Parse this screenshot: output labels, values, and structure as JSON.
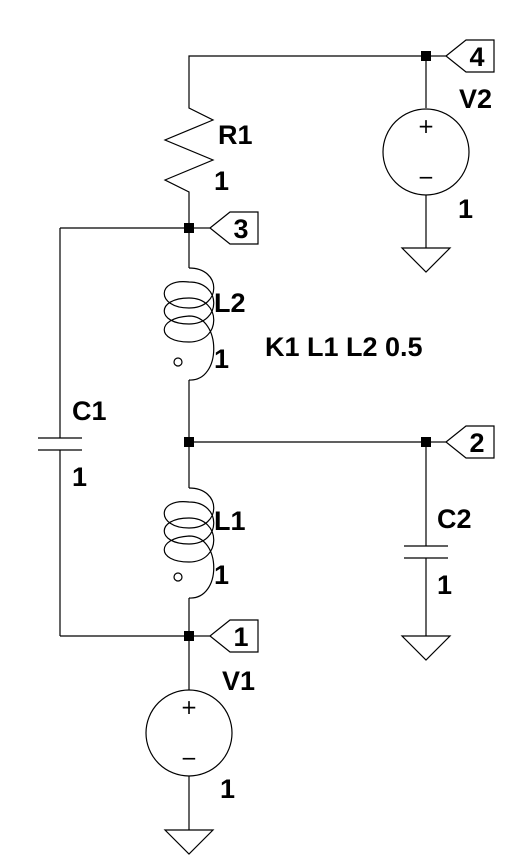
{
  "components": {
    "r1": {
      "name": "R1",
      "value": "1"
    },
    "v2": {
      "name": "V2",
      "value": "1"
    },
    "l2": {
      "name": "L2",
      "value": "1"
    },
    "l1": {
      "name": "L1",
      "value": "1"
    },
    "c1": {
      "name": "C1",
      "value": "1"
    },
    "c2": {
      "name": "C2",
      "value": "1"
    },
    "v1": {
      "name": "V1",
      "value": "1"
    }
  },
  "coupling": "K1 L1 L2 0.5",
  "nodes": {
    "n1": "1",
    "n2": "2",
    "n3": "3",
    "n4": "4"
  },
  "source_polarity": {
    "plus": "+",
    "minus": "−"
  }
}
